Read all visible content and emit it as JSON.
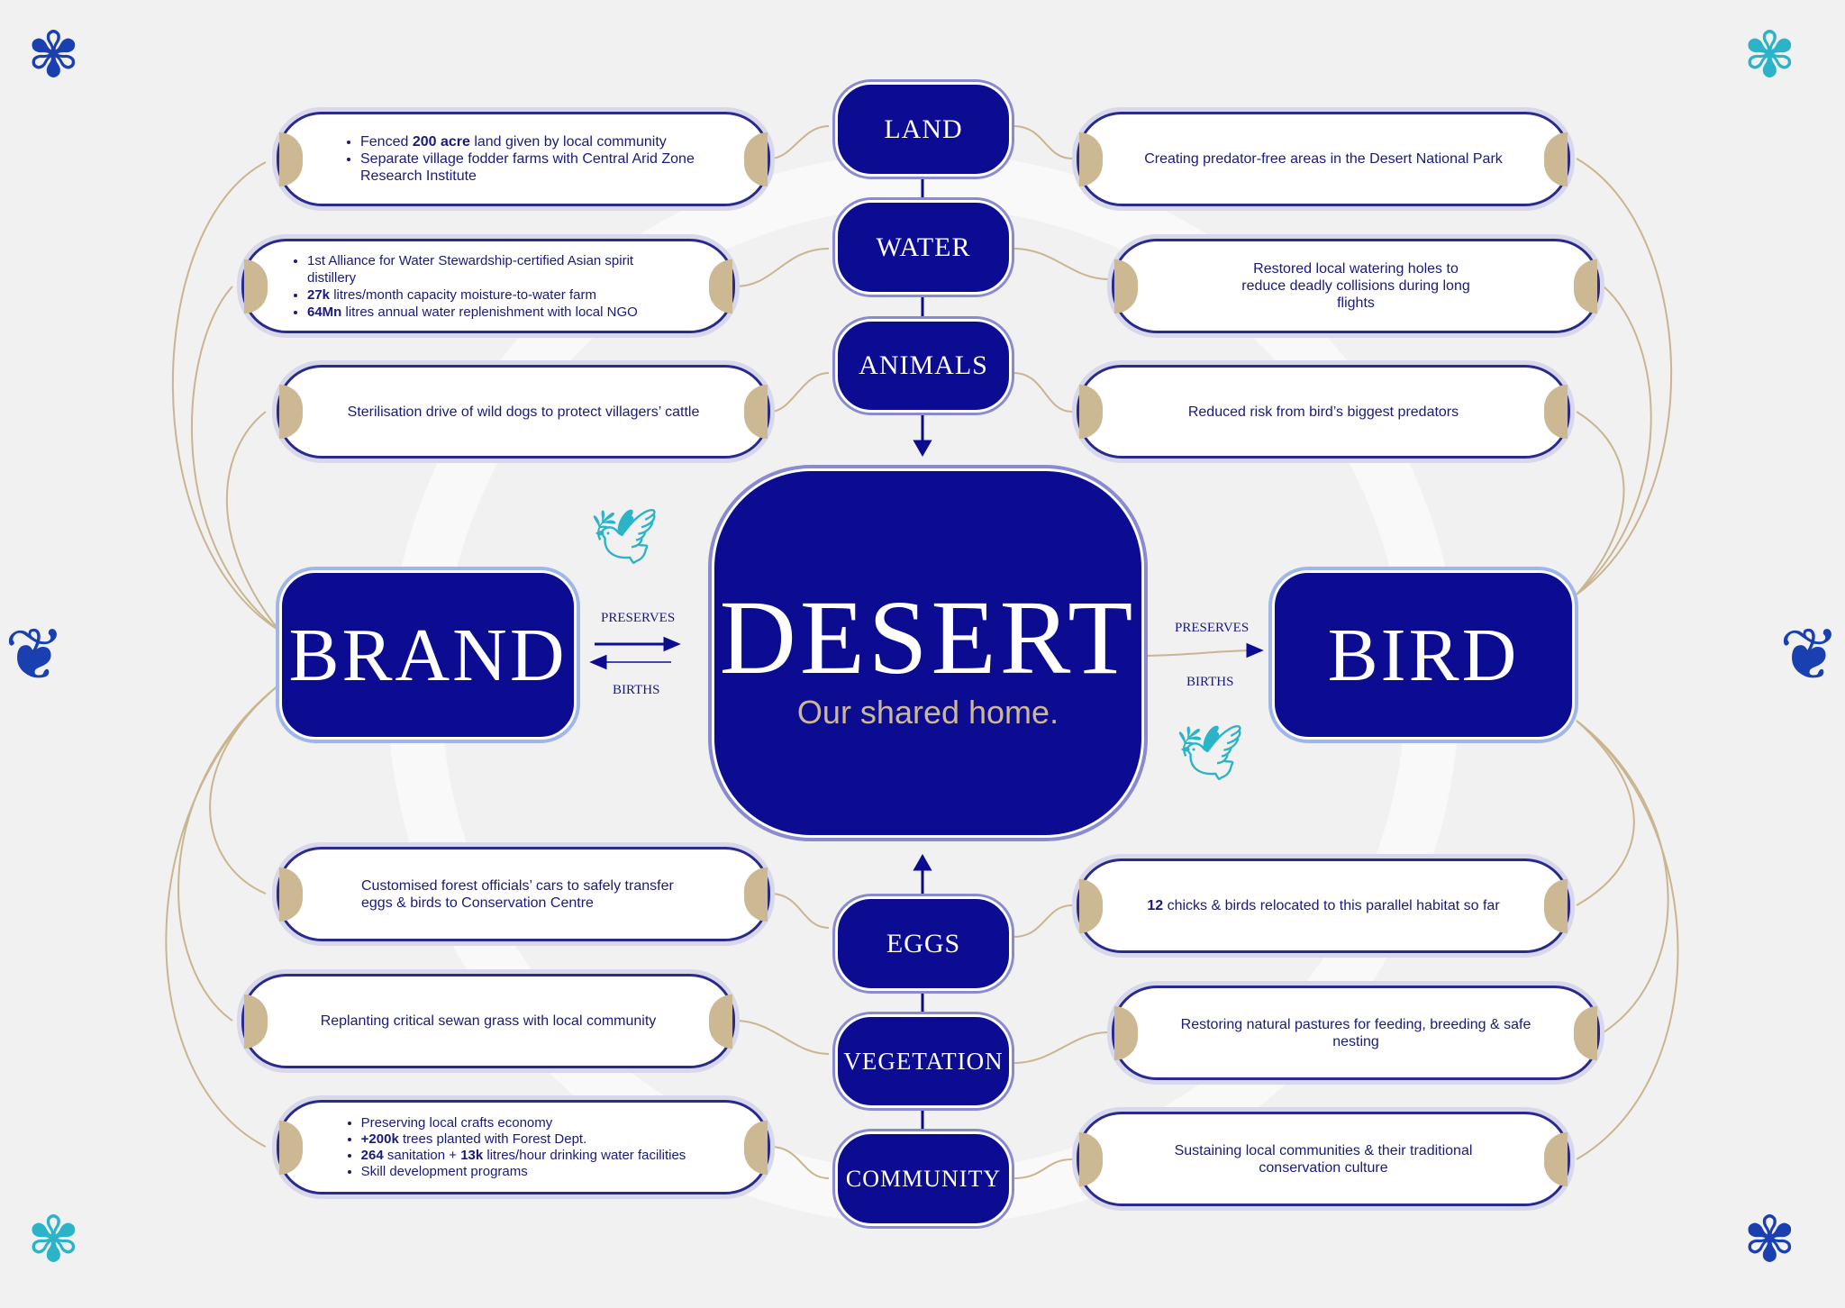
{
  "center": {
    "title": "DESERT",
    "subtitle": "Our shared home."
  },
  "brand": "BRAND",
  "bird": "BIRD",
  "links": {
    "preserves": "PRESERVES",
    "births": "BIRTHS"
  },
  "themes": [
    "LAND",
    "WATER",
    "ANIMALS",
    "EGGS",
    "VEGETATION",
    "COMMUNITY"
  ],
  "brand_cards": [
    {
      "items": [
        [
          "",
          "Fenced ",
          "200 acre",
          " land given by local community"
        ],
        [
          "",
          "Separate village fodder farms with Central Arid Zone Research Institute",
          "",
          ""
        ]
      ]
    },
    {
      "items": [
        [
          "",
          "1st Alliance for Water Stewardship-certified Asian spirit distillery",
          "",
          ""
        ],
        [
          "",
          "",
          "27k",
          " litres/month capacity moisture-to-water farm"
        ],
        [
          "",
          "",
          "64Mn",
          " litres annual water replenishment with local NGO"
        ]
      ]
    },
    {
      "text": "Sterilisation drive of wild dogs to protect villagers’ cattle"
    },
    {
      "text": "Customised forest officials’ cars to safely transfer eggs & birds to Conservation Centre"
    },
    {
      "text": "Replanting critical sewan grass with local community"
    },
    {
      "items": [
        [
          "",
          "Preserving local crafts economy",
          "",
          ""
        ],
        [
          "",
          "",
          "+200k",
          " trees planted with Forest Dept."
        ],
        [
          "",
          "",
          "264",
          " sanitation + "
        ],
        [
          "",
          "",
          "13k",
          " litres/hour drinking water facilities"
        ],
        [
          "",
          "Skill development programs",
          "",
          ""
        ]
      ]
    }
  ],
  "bird_cards": [
    "Creating predator-free areas in the Desert National Park",
    "Restored local watering holes to reduce deadly collisions during long flights",
    "Reduced risk from bird’s biggest predators",
    {
      "bold": "12",
      "rest": " chicks & birds relocated to this parallel habitat so far"
    },
    "Restoring natural pastures for feeding, breeding & safe nesting",
    "Sustaining local communities & their traditional conservation culture"
  ],
  "colors": {
    "navy": "#0c0c93",
    "tan": "#cdb894",
    "teal": "#2bb3c8"
  }
}
